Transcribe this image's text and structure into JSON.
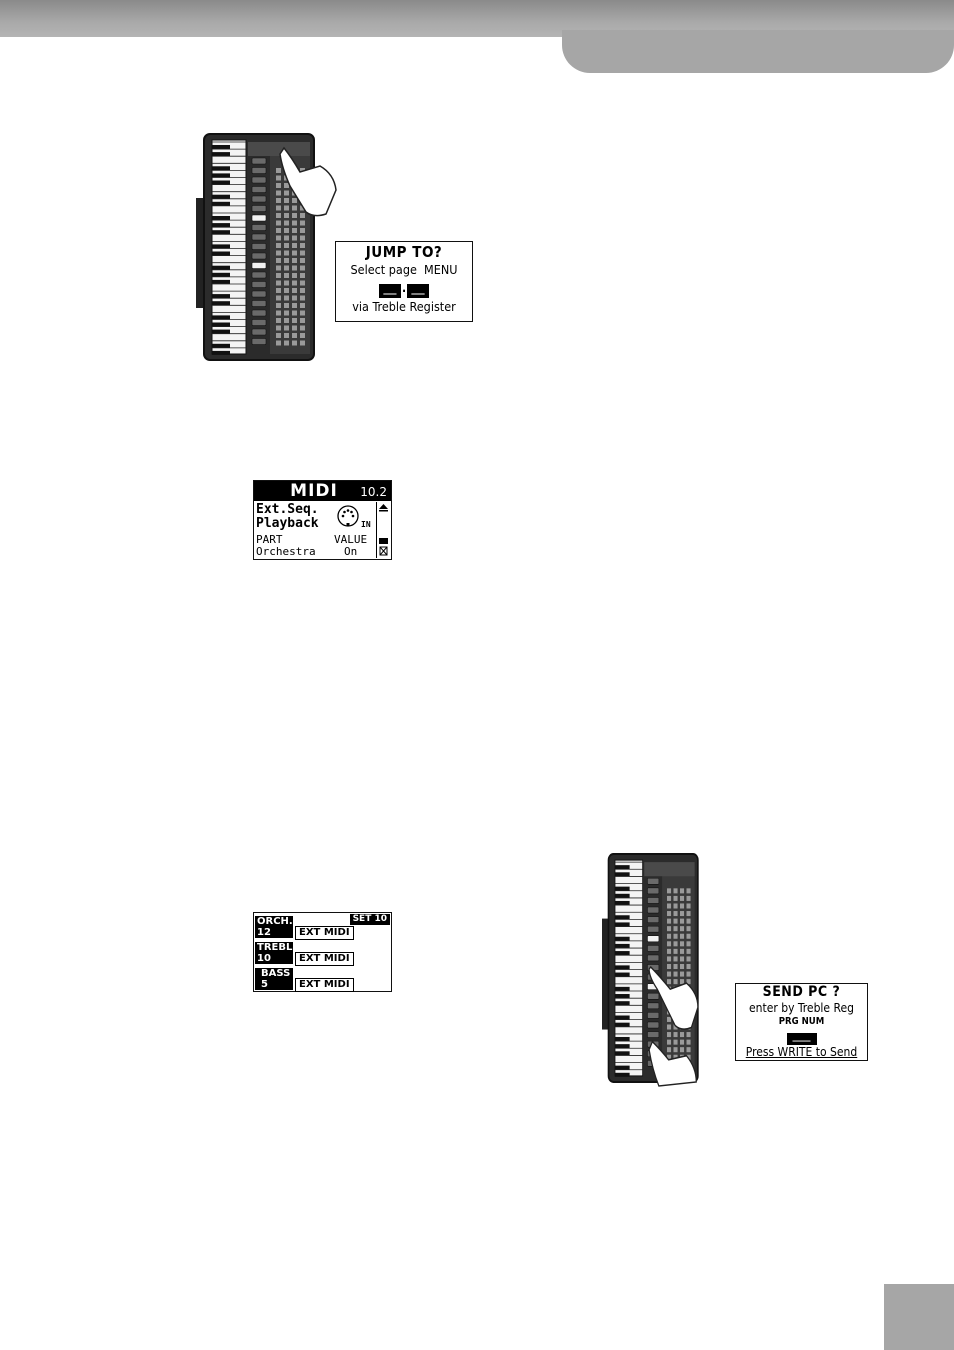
{
  "jump_popup": {
    "title": "JUMP TO?",
    "line1": "Select page  MENU",
    "blank_a": "__",
    "separator": ".",
    "blank_b": "__",
    "line3": "via Treble Register"
  },
  "midi_screen": {
    "title": "MIDI",
    "page": "10.2",
    "param_line1": "Ext.Seq.",
    "param_line2": "Playback",
    "icon": "midi-in-connector-icon",
    "icon_label": "IN",
    "col_part": "PART",
    "col_value": "VALUE",
    "row_part": "Orchestra",
    "row_value": "On"
  },
  "set_screen": {
    "set_label": "SET 10",
    "rows": [
      {
        "name": "ORCH.",
        "number": "12",
        "value": "EXT MIDI"
      },
      {
        "name": "TREBLE",
        "number": "10",
        "value": "EXT MIDI"
      },
      {
        "name": "BASS",
        "number": "5",
        "value": "EXT MIDI"
      }
    ]
  },
  "send_popup": {
    "title": "SEND PC ?",
    "line1": "enter by Treble Reg",
    "line2": "PRG NUM",
    "blank": "___",
    "line3": "Press WRITE to Send"
  },
  "colors": {
    "header_gray": "#a6a6a6",
    "lcd_black": "#000000"
  }
}
